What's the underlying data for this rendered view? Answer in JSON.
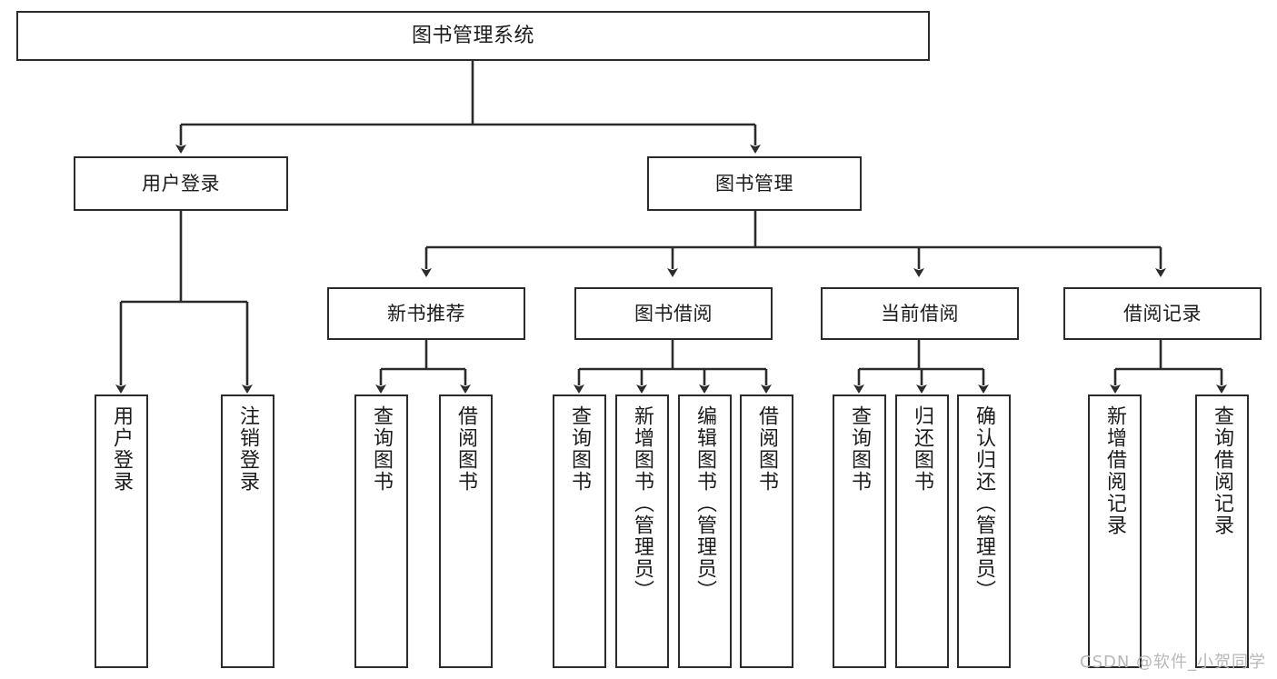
{
  "diagram": {
    "title": "图书管理系统",
    "type": "tree-hierarchy",
    "colors": {
      "box_stroke": "#2b2b2b",
      "box_fill": "#ffffff",
      "connector": "#2b2b2b",
      "text": "#1b1b1b",
      "watermark": "#b8b8b8",
      "background": "#ffffff"
    },
    "levels": {
      "root": {
        "label": "图书管理系统"
      },
      "level2": [
        {
          "label": "用户登录"
        },
        {
          "label": "图书管理"
        }
      ],
      "level3": [
        {
          "label": "新书推荐"
        },
        {
          "label": "图书借阅"
        },
        {
          "label": "当前借阅"
        },
        {
          "label": "借阅记录"
        }
      ],
      "leaves": {
        "user_login": [
          {
            "label": "用户登录"
          },
          {
            "label": "注销登录"
          }
        ],
        "new_book_recommend": [
          {
            "label": "查询图书"
          },
          {
            "label": "借阅图书"
          }
        ],
        "book_borrow": [
          {
            "label": "查询图书"
          },
          {
            "label": "新增图书（管理员）"
          },
          {
            "label": "编辑图书（管理员）"
          },
          {
            "label": "借阅图书"
          }
        ],
        "current_borrow": [
          {
            "label": "查询图书"
          },
          {
            "label": "归还图书"
          },
          {
            "label": "确认归还（管理员）"
          }
        ],
        "borrow_record": [
          {
            "label": "新增借阅记录"
          },
          {
            "label": "查询借阅记录"
          }
        ]
      }
    },
    "watermark": "CSDN @软件_小贺同学"
  }
}
